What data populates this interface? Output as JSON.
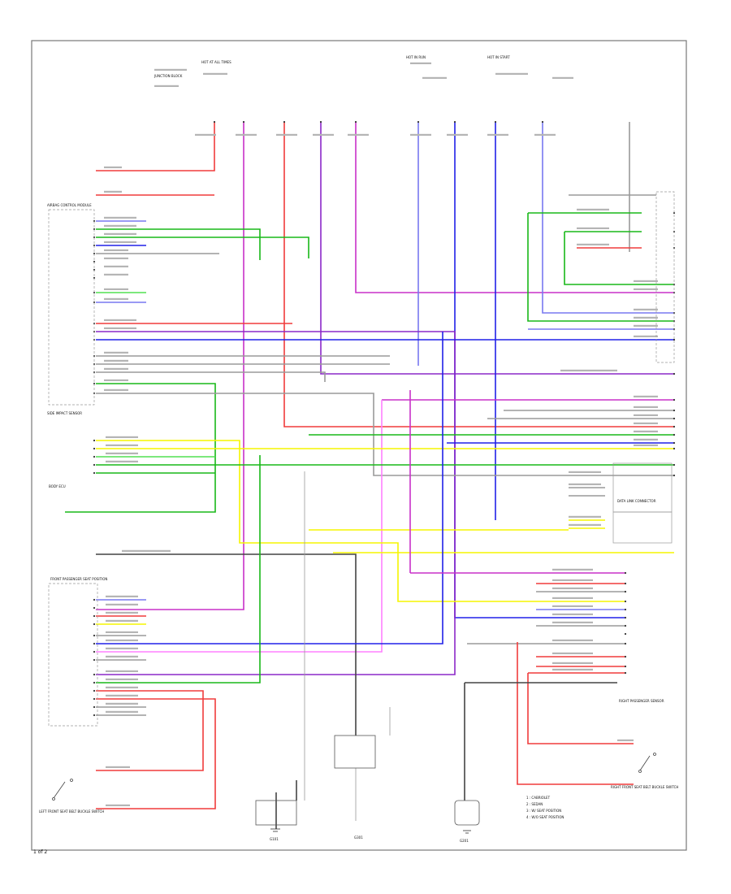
{
  "footer": {
    "code": "1 of 2"
  },
  "colors": {
    "red": "#f03c3c",
    "magenta": "#c830c8",
    "purple": "#8c28c8",
    "blue": "#2020e8",
    "lightblue": "#7878f0",
    "green": "#18b818",
    "lightgreen": "#50e050",
    "yellow": "#f5f500",
    "pink": "#ff80ff",
    "gray": "#9a9a9a",
    "black": "#444444",
    "orange": "#ff9a60",
    "frame": "#777777",
    "label": "#303030"
  },
  "wire_palette": [
    "red",
    "magenta",
    "purple",
    "blue",
    "lightblue",
    "green",
    "lightgreen",
    "yellow",
    "pink",
    "gray",
    "black",
    "orange"
  ],
  "legend": {
    "entries": [
      "1 : CABRIOLET",
      "2 : SEDAN",
      "3 : W/ SEAT POSITION",
      "4 : W/O SEAT POSITION"
    ]
  },
  "component_labels": {
    "hot_at_all_times": "HOT AT ALL TIMES",
    "hot_in_run": "HOT IN RUN",
    "hot_in_start": "HOT IN START",
    "junction_block": "JUNCTION BLOCK",
    "left_front_seat_belt": "LEFT FRONT SEAT BELT BUCKLE SWITCH",
    "right_front_seat_belt": "RIGHT FRONT SEAT BELT BUCKLE SWITCH",
    "right_passenger_sensor": "RIGHT PASSENGER SENSOR",
    "front_passenger": "FRONT PASSENGER SEAT POSITION",
    "airbag_control": "AIRBAG CONTROL MODULE",
    "g101": "G101",
    "g201": "G201",
    "g301": "G301",
    "side_sensor": "SIDE IMPACT SENSOR",
    "diagnostic": "DATA LINK CONNECTOR",
    "body_ecu": "BODY ECU"
  }
}
